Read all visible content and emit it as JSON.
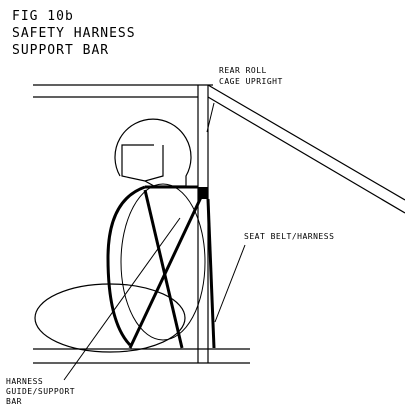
{
  "figure": {
    "title_lines": [
      "FIG 10b",
      "SAFETY HARNESS",
      "SUPPORT BAR"
    ]
  },
  "labels": {
    "roll_cage": [
      "REAR ROLL",
      "CAGE UPRIGHT"
    ],
    "seat_belt": "SEAT BELT/HARNESS",
    "harness_guide": [
      "HARNESS",
      "GUIDE/SUPPORT",
      "BAR"
    ]
  },
  "colors": {
    "line": "#000000",
    "background": "#ffffff"
  }
}
